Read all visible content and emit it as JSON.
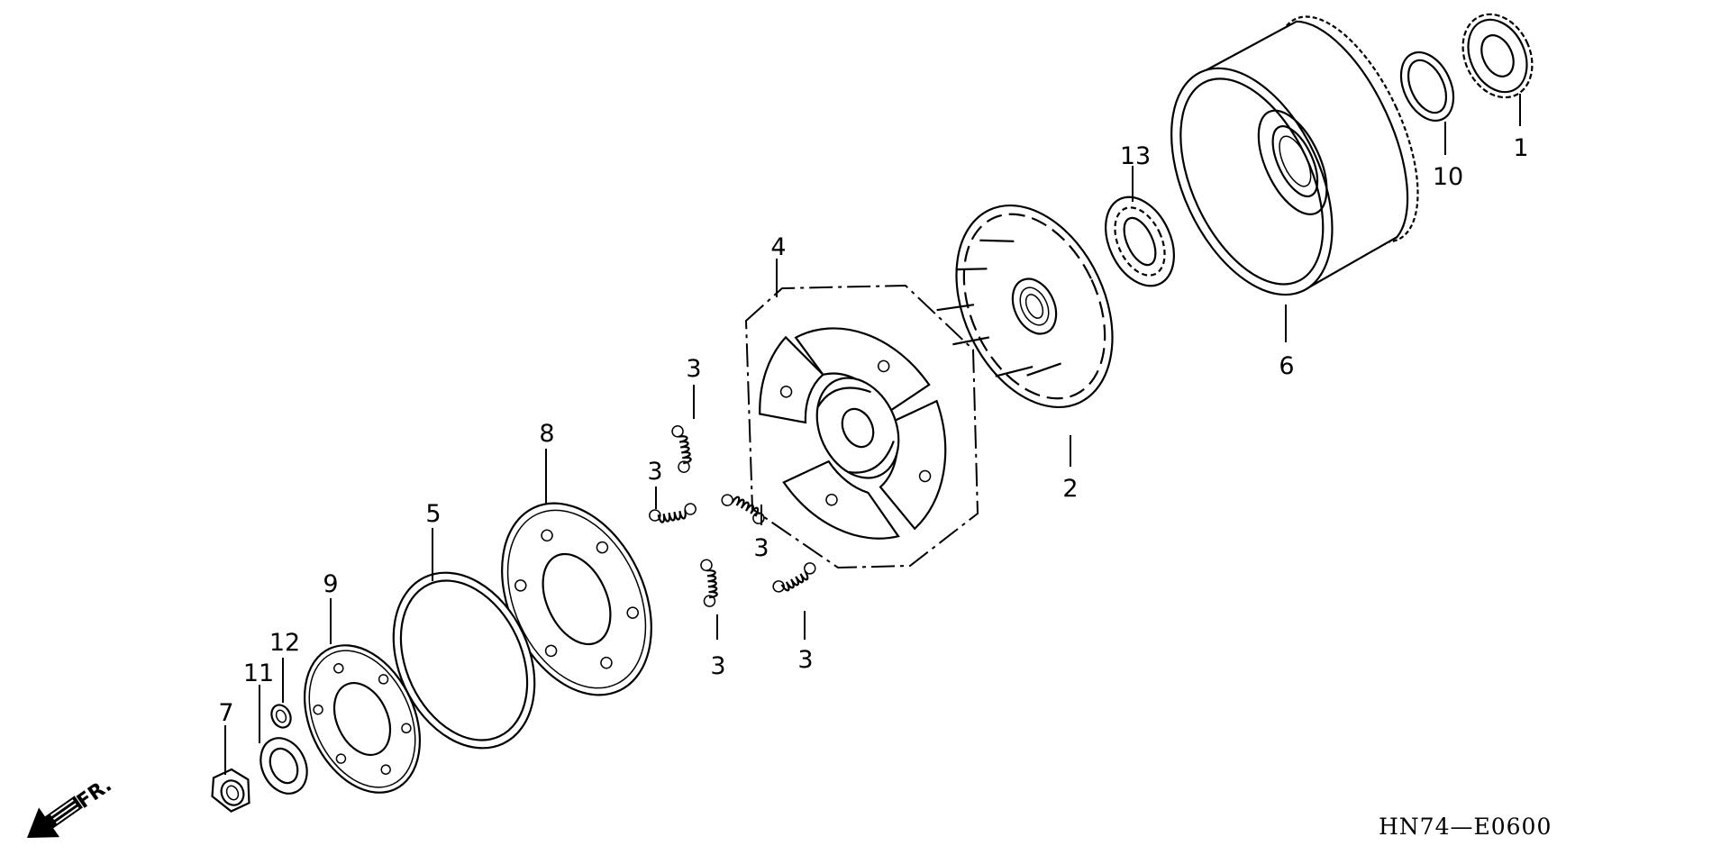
{
  "diagram": {
    "code": "HN74—E0600",
    "direction_label": "FR.",
    "labels": {
      "1": "1",
      "2": "2",
      "3": "3",
      "4": "4",
      "5": "5",
      "6": "6",
      "7": "7",
      "8": "8",
      "9": "9",
      "10": "10",
      "11": "11",
      "12": "12",
      "13": "13"
    }
  }
}
